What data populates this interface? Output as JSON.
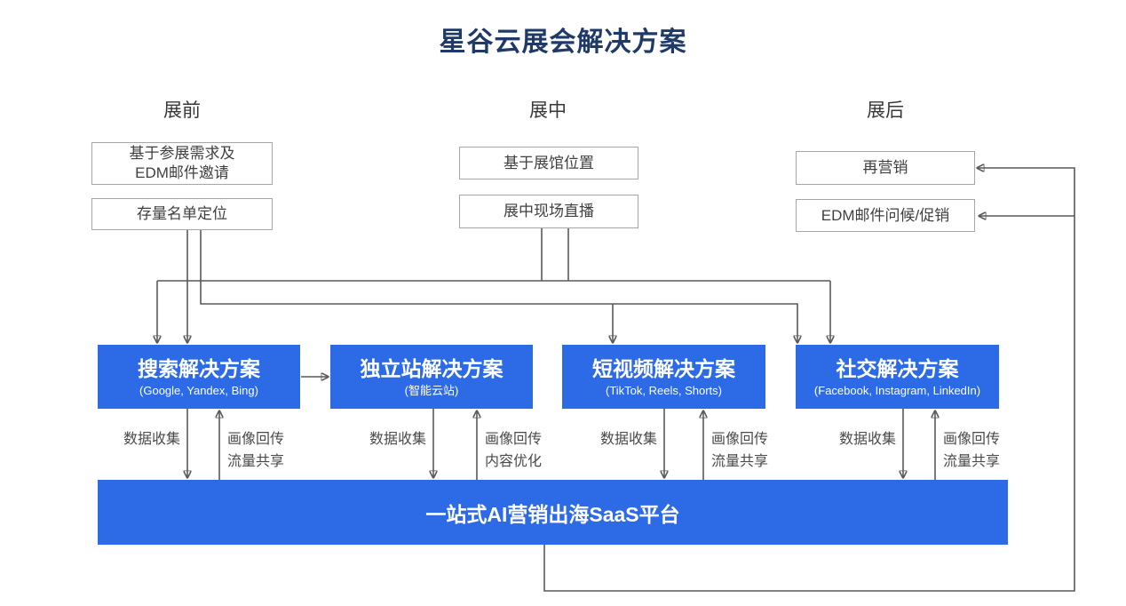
{
  "title": "星谷云展会解决方案",
  "columns": [
    {
      "header": "展前",
      "boxes": [
        {
          "lines": [
            "基于参展需求及",
            "EDM邮件邀请"
          ]
        },
        {
          "lines": [
            "存量名单定位"
          ]
        }
      ]
    },
    {
      "header": "展中",
      "boxes": [
        {
          "lines": [
            "基于展馆位置"
          ]
        },
        {
          "lines": [
            "展中现场直播"
          ]
        }
      ]
    },
    {
      "header": "展后",
      "boxes": [
        {
          "lines": [
            "再营销"
          ]
        },
        {
          "lines": [
            "EDM邮件问候/促销"
          ]
        }
      ]
    }
  ],
  "solutions": [
    {
      "title": "搜索解决方案",
      "subtitle": "(Google, Yandex, Bing)"
    },
    {
      "title": "独立站解决方案",
      "subtitle": "(智能云站)"
    },
    {
      "title": "短视频解决方案",
      "subtitle": "(TikTok, Reels, Shorts)"
    },
    {
      "title": "社交解决方案",
      "subtitle": "(Facebook, Instagram, LinkedIn)"
    }
  ],
  "flows": [
    {
      "down": "数据收集",
      "up": [
        "画像回传",
        "流量共享"
      ]
    },
    {
      "down": "数据收集",
      "up": [
        "画像回传",
        "内容优化"
      ]
    },
    {
      "down": "数据收集",
      "up": [
        "画像回传",
        "流量共享"
      ]
    },
    {
      "down": "数据收集",
      "up": [
        "画像回传",
        "流量共享"
      ]
    }
  ],
  "platform": "一站式AI营销出海SaaS平台",
  "colors": {
    "accent_blue": "#2d6ae5",
    "connector_gray": "#595959",
    "box_border_gray": "#a6a6a6",
    "title_navy": "#1f3a68",
    "label_gray": "#4a4a4a"
  }
}
